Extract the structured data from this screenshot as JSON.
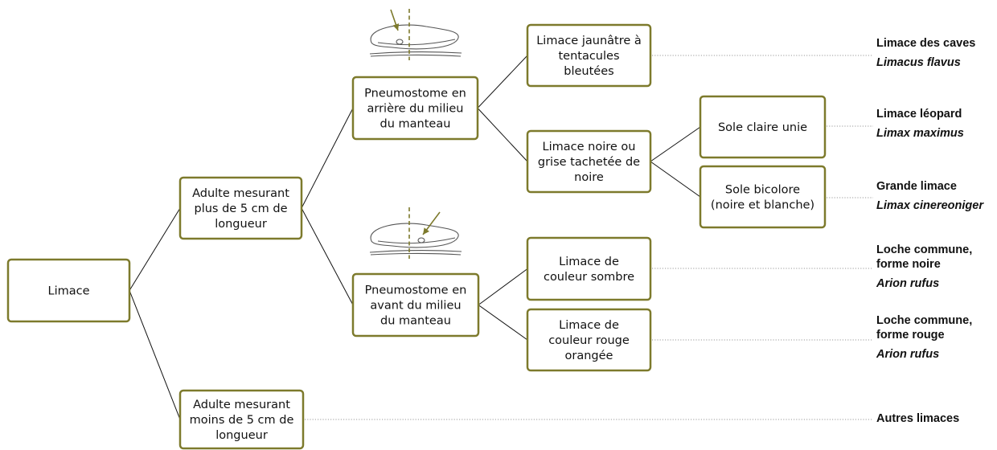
{
  "colors": {
    "box_border": "#7d7a2c",
    "accent": "#7d7a2c",
    "text": "#111111",
    "connector": "#999999"
  },
  "nodes": {
    "root": [
      "Limace"
    ],
    "adult_large": [
      "Adulte mesurant",
      "plus de 5 cm de",
      "longueur"
    ],
    "adult_small": [
      "Adulte mesurant",
      "moins de 5 cm de",
      "longueur"
    ],
    "pneumo_back": [
      "Pneumostome en",
      "arrière du milieu",
      "du manteau"
    ],
    "pneumo_front": [
      "Pneumostome en",
      "avant du milieu",
      "du manteau"
    ],
    "yellow": [
      "Limace jaunâtre à",
      "tentacules",
      "bleutées"
    ],
    "black": [
      "Limace noire ou",
      "grise tachetée de",
      "noire"
    ],
    "sole_plain": [
      "Sole claire unie"
    ],
    "sole_bicolor": [
      "Sole bicolore",
      "(noire et blanche)"
    ],
    "dark": [
      "Limace de",
      "couleur sombre"
    ],
    "orange": [
      "Limace de",
      "couleur rouge",
      "orangée"
    ]
  },
  "species": {
    "cellar": {
      "common": [
        "Limace des caves"
      ],
      "latin": "Limacus flavus"
    },
    "leopard": {
      "common": [
        "Limace léopard"
      ],
      "latin": "Limax maximus"
    },
    "great": {
      "common": [
        "Grande limace"
      ],
      "latin": "Limax cinereoniger"
    },
    "loche_black": {
      "common": [
        "Loche commune,",
        "forme noire"
      ],
      "latin": "Arion rufus"
    },
    "loche_red": {
      "common": [
        "Loche commune,",
        "forme rouge"
      ],
      "latin": "Arion rufus"
    },
    "others": {
      "common": [
        "Autres limaces"
      ],
      "latin": ""
    }
  },
  "illustrations": {
    "top": "slug-pneumostome-behind-sketch",
    "bottom": "slug-pneumostome-front-sketch"
  }
}
